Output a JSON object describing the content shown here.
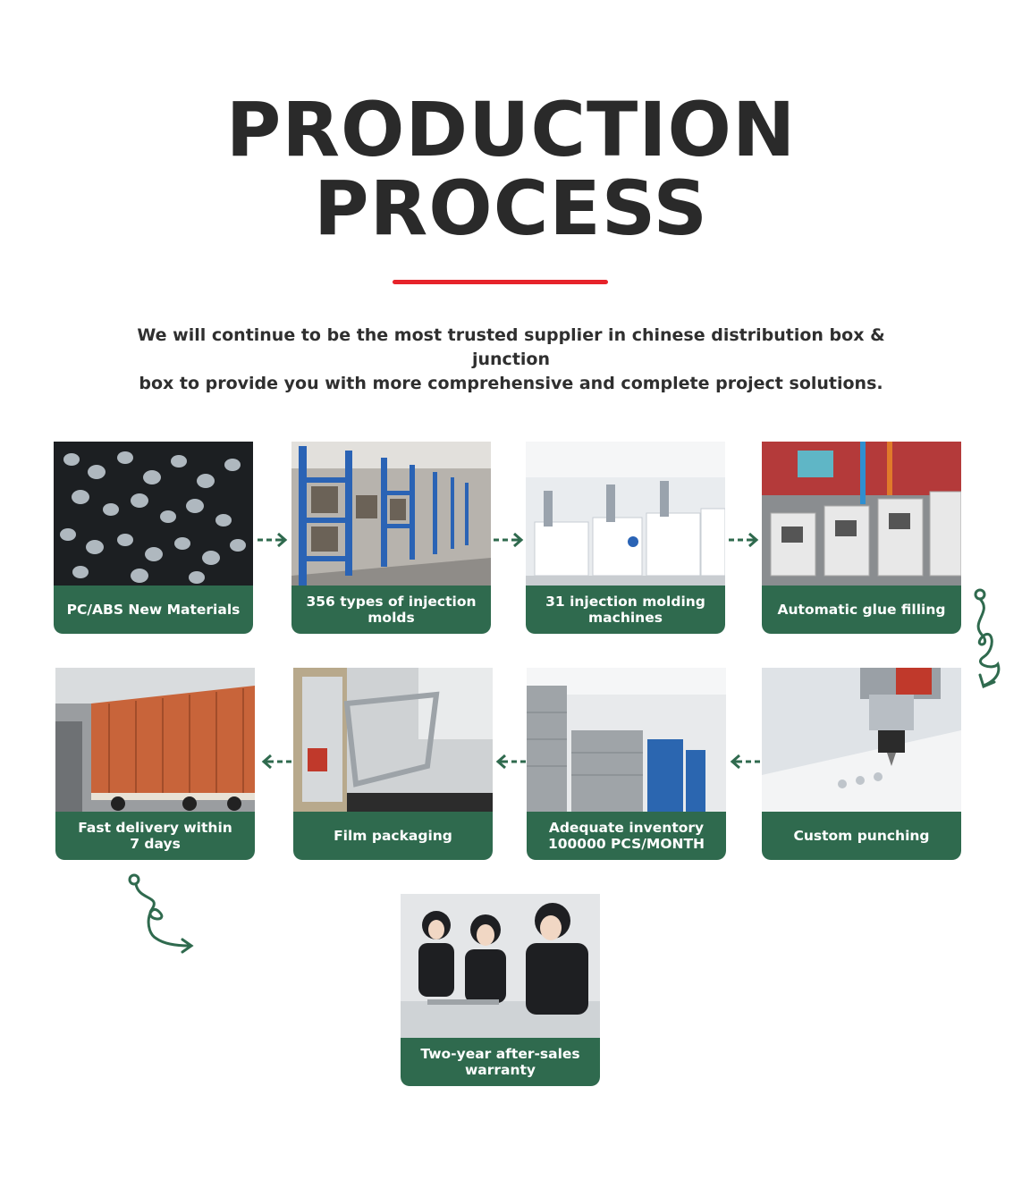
{
  "header": {
    "title_line1": "PRODUCTION",
    "title_line2": "PROCESS",
    "subtitle_line1": "We will continue to be the most trusted supplier in chinese distribution box & junction",
    "subtitle_line2": "box to provide you with more comprehensive and complete project solutions."
  },
  "colors": {
    "accent_red": "#e6232a",
    "label_green": "#2f6a4e",
    "arrow_green": "#2f6a4e"
  },
  "steps": [
    {
      "label_line1": "PC/ABS New Materials",
      "label_line2": "",
      "photo": "plastic-pellets"
    },
    {
      "label_line1": "356 types of injection",
      "label_line2": "molds",
      "photo": "mold-storage-racks"
    },
    {
      "label_line1": "31 injection molding",
      "label_line2": "machines",
      "photo": "injection-machines"
    },
    {
      "label_line1": "Automatic glue filling",
      "label_line2": "",
      "photo": "glue-filling-machine"
    },
    {
      "label_line1": "Custom punching",
      "label_line2": "",
      "photo": "cnc-punching"
    },
    {
      "label_line1": "Adequate inventory",
      "label_line2": "100000 PCS/MONTH",
      "photo": "warehouse-inventory"
    },
    {
      "label_line1": "Film packaging",
      "label_line2": "",
      "photo": "film-packaging-machine"
    },
    {
      "label_line1": "Fast delivery within",
      "label_line2": "7 days",
      "photo": "container-truck"
    },
    {
      "label_line1": "Two-year after-sales",
      "label_line2": "warranty",
      "photo": "customer-service-team"
    }
  ]
}
